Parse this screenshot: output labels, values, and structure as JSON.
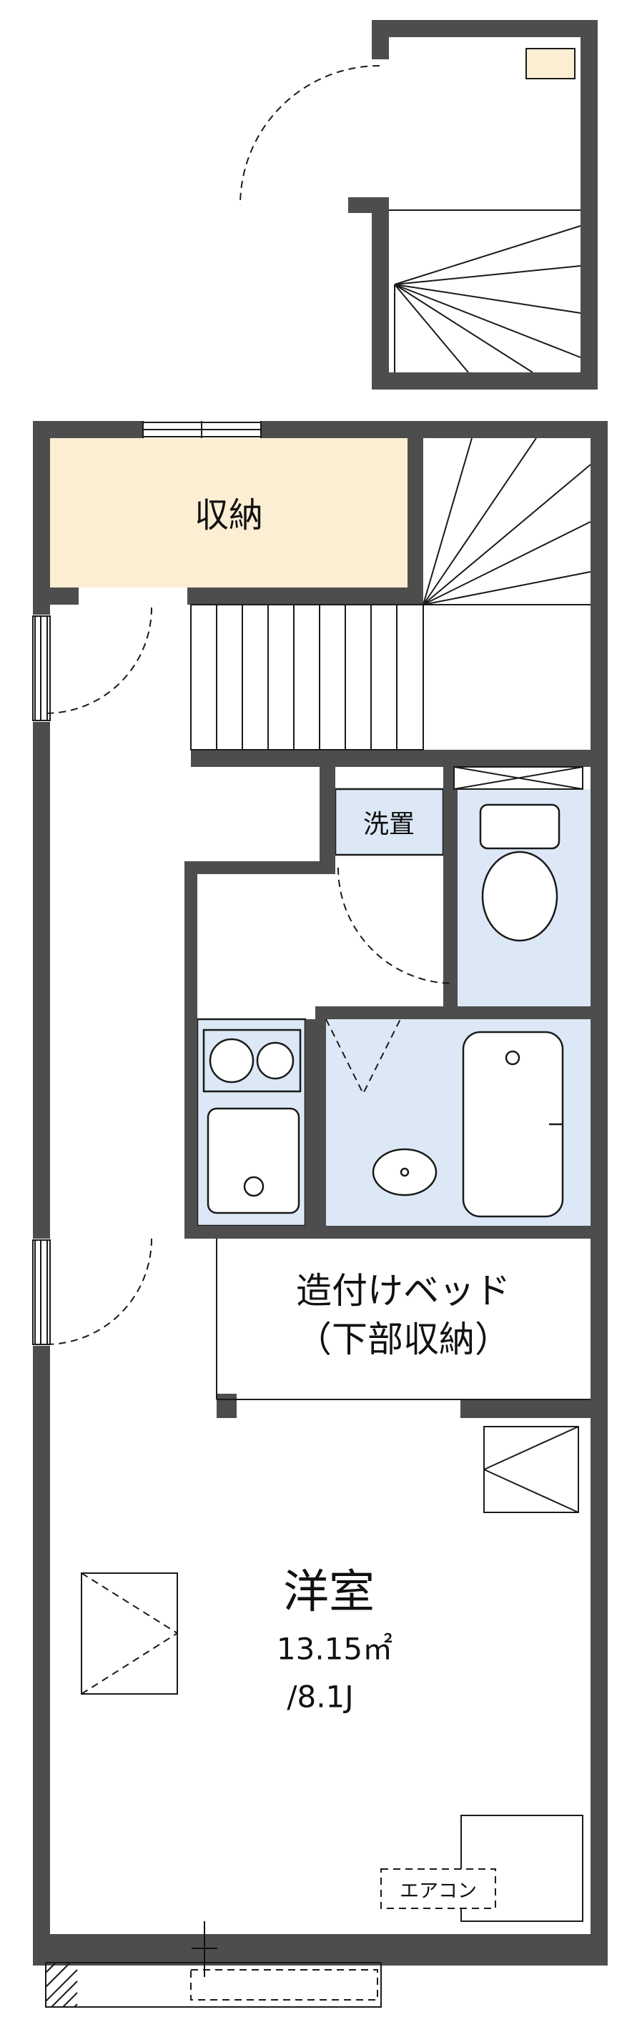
{
  "labels": {
    "storage": "収納",
    "washer_place": "洗置",
    "built_in_bed_line1": "造付けベッド",
    "built_in_bed_line2": "（下部収納）",
    "western_room": "洋室",
    "western_room_area_sqm": "13.15㎡",
    "western_room_area_tatami": "/8.1J",
    "air_conditioner": "エアコン"
  },
  "rooms": [
    {
      "name": "収納",
      "type": "storage-closet"
    },
    {
      "name": "洗置",
      "type": "washing-machine-place"
    },
    {
      "name": "造付けベッド（下部収納）",
      "type": "built-in-bed-with-under-storage"
    },
    {
      "name": "洋室",
      "type": "western-style-room",
      "area_sqm": "13.15㎡",
      "area_tatami": "/8.1J"
    },
    {
      "name": "エアコン",
      "type": "air-conditioner-slot"
    }
  ],
  "icons": {
    "toilet": "toilet-icon",
    "bathtub": "bathtub-icon",
    "stove_burners": "stove-burners-icon",
    "kitchen_sink": "kitchen-sink-icon",
    "stairs": "winder-stairs",
    "door_swing": "dashed-arc-door",
    "window": "double-line-window"
  },
  "colors": {
    "wall": "#4d4d4d",
    "storage_fill": "#fbeed3",
    "fixture_fill": "#dce8f6",
    "line": "#1a1a1a",
    "background": "#ffffff"
  }
}
